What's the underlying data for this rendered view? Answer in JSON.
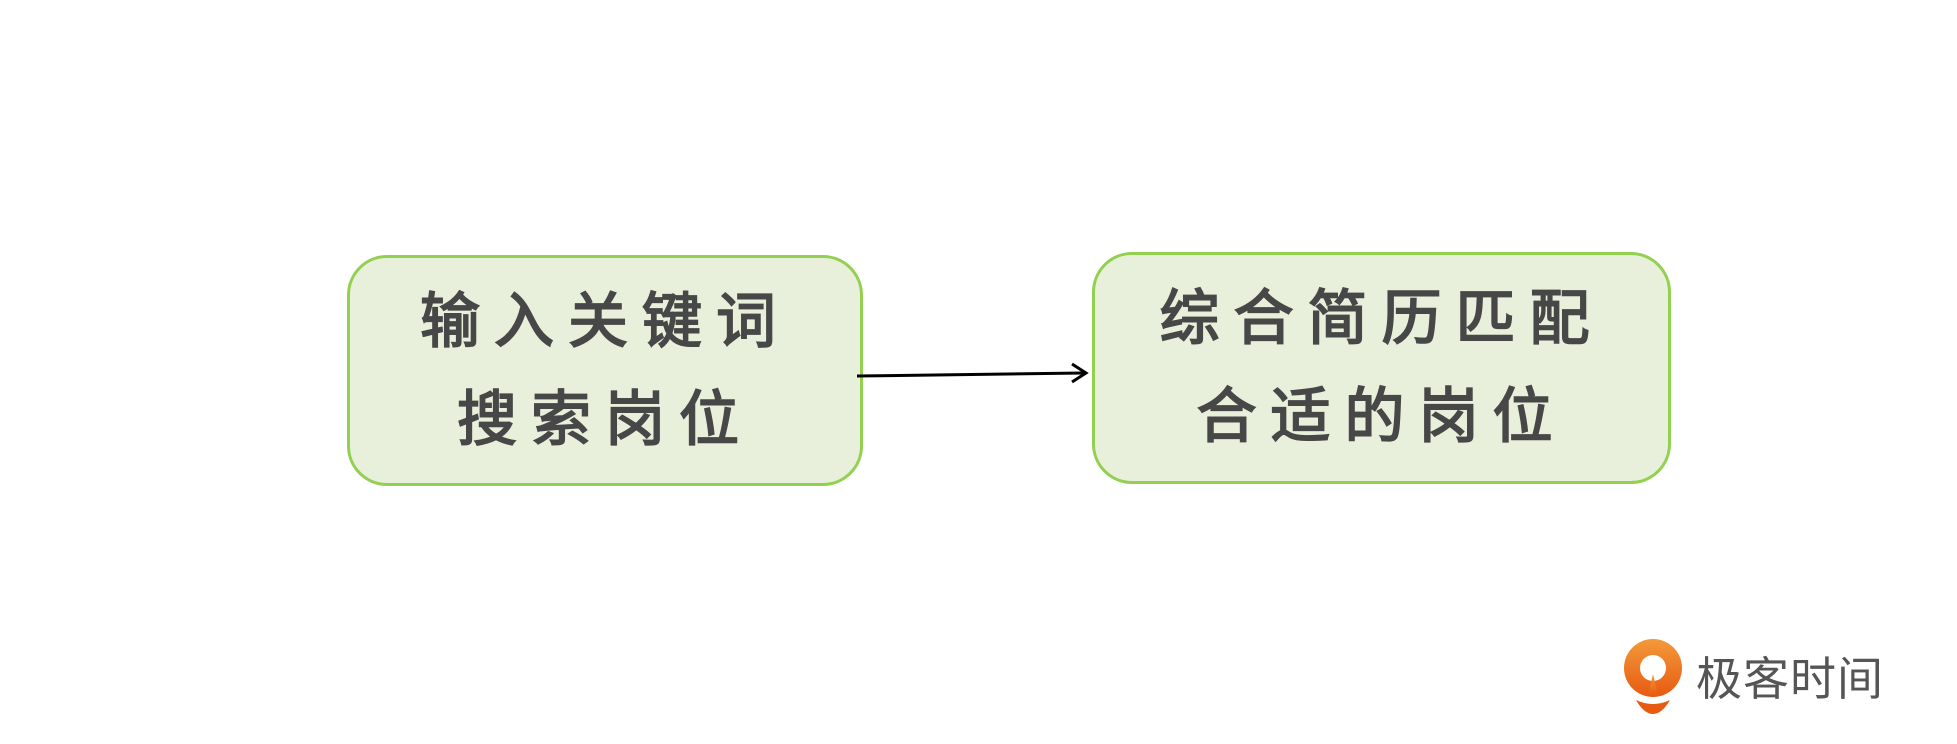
{
  "nodes": [
    {
      "lines": [
        "输入关键词",
        "搜索岗位"
      ]
    },
    {
      "lines": [
        "综合简历匹配",
        "合适的岗位"
      ]
    }
  ],
  "edge": {
    "from": 0,
    "to": 1
  },
  "logo": {
    "text": "极客时间",
    "color": "#f07a22"
  },
  "colors": {
    "box_fill": "#e8efda",
    "box_border": "#92d050",
    "text": "#474747"
  }
}
